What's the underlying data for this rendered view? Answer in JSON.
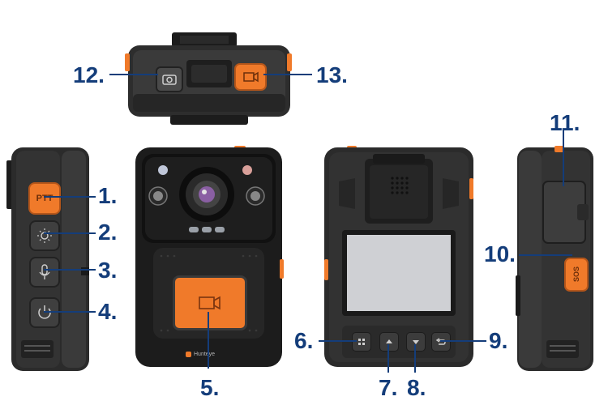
{
  "callouts": {
    "c1": "1.",
    "c2": "2.",
    "c3": "3.",
    "c4": "4.",
    "c5": "5.",
    "c6": "6.",
    "c7": "7.",
    "c8": "8.",
    "c9": "9.",
    "c10": "10.",
    "c11": "11.",
    "c12": "12.",
    "c13": "13."
  },
  "buttons": {
    "ptt_label": "PTT",
    "sos_label": "SOS"
  },
  "brand": {
    "logo_text": "Hunteye"
  },
  "colors": {
    "callout": "#143d7a",
    "accent": "#f07a2a",
    "body": "#2b2b2b",
    "body_dark": "#1a1a1a",
    "screen": "#cfd0d4"
  },
  "icons": {
    "button_1": "ptt-icon",
    "button_2": "brightness-icon",
    "button_3": "microphone-icon",
    "button_4": "power-icon",
    "button_5": "video-record-icon",
    "button_6": "menu-grid-icon",
    "button_7": "arrow-up-icon",
    "button_8": "arrow-down-icon",
    "button_9": "back-icon",
    "button_10": "sos-icon",
    "button_12": "camera-icon",
    "button_13": "video-record-icon"
  }
}
